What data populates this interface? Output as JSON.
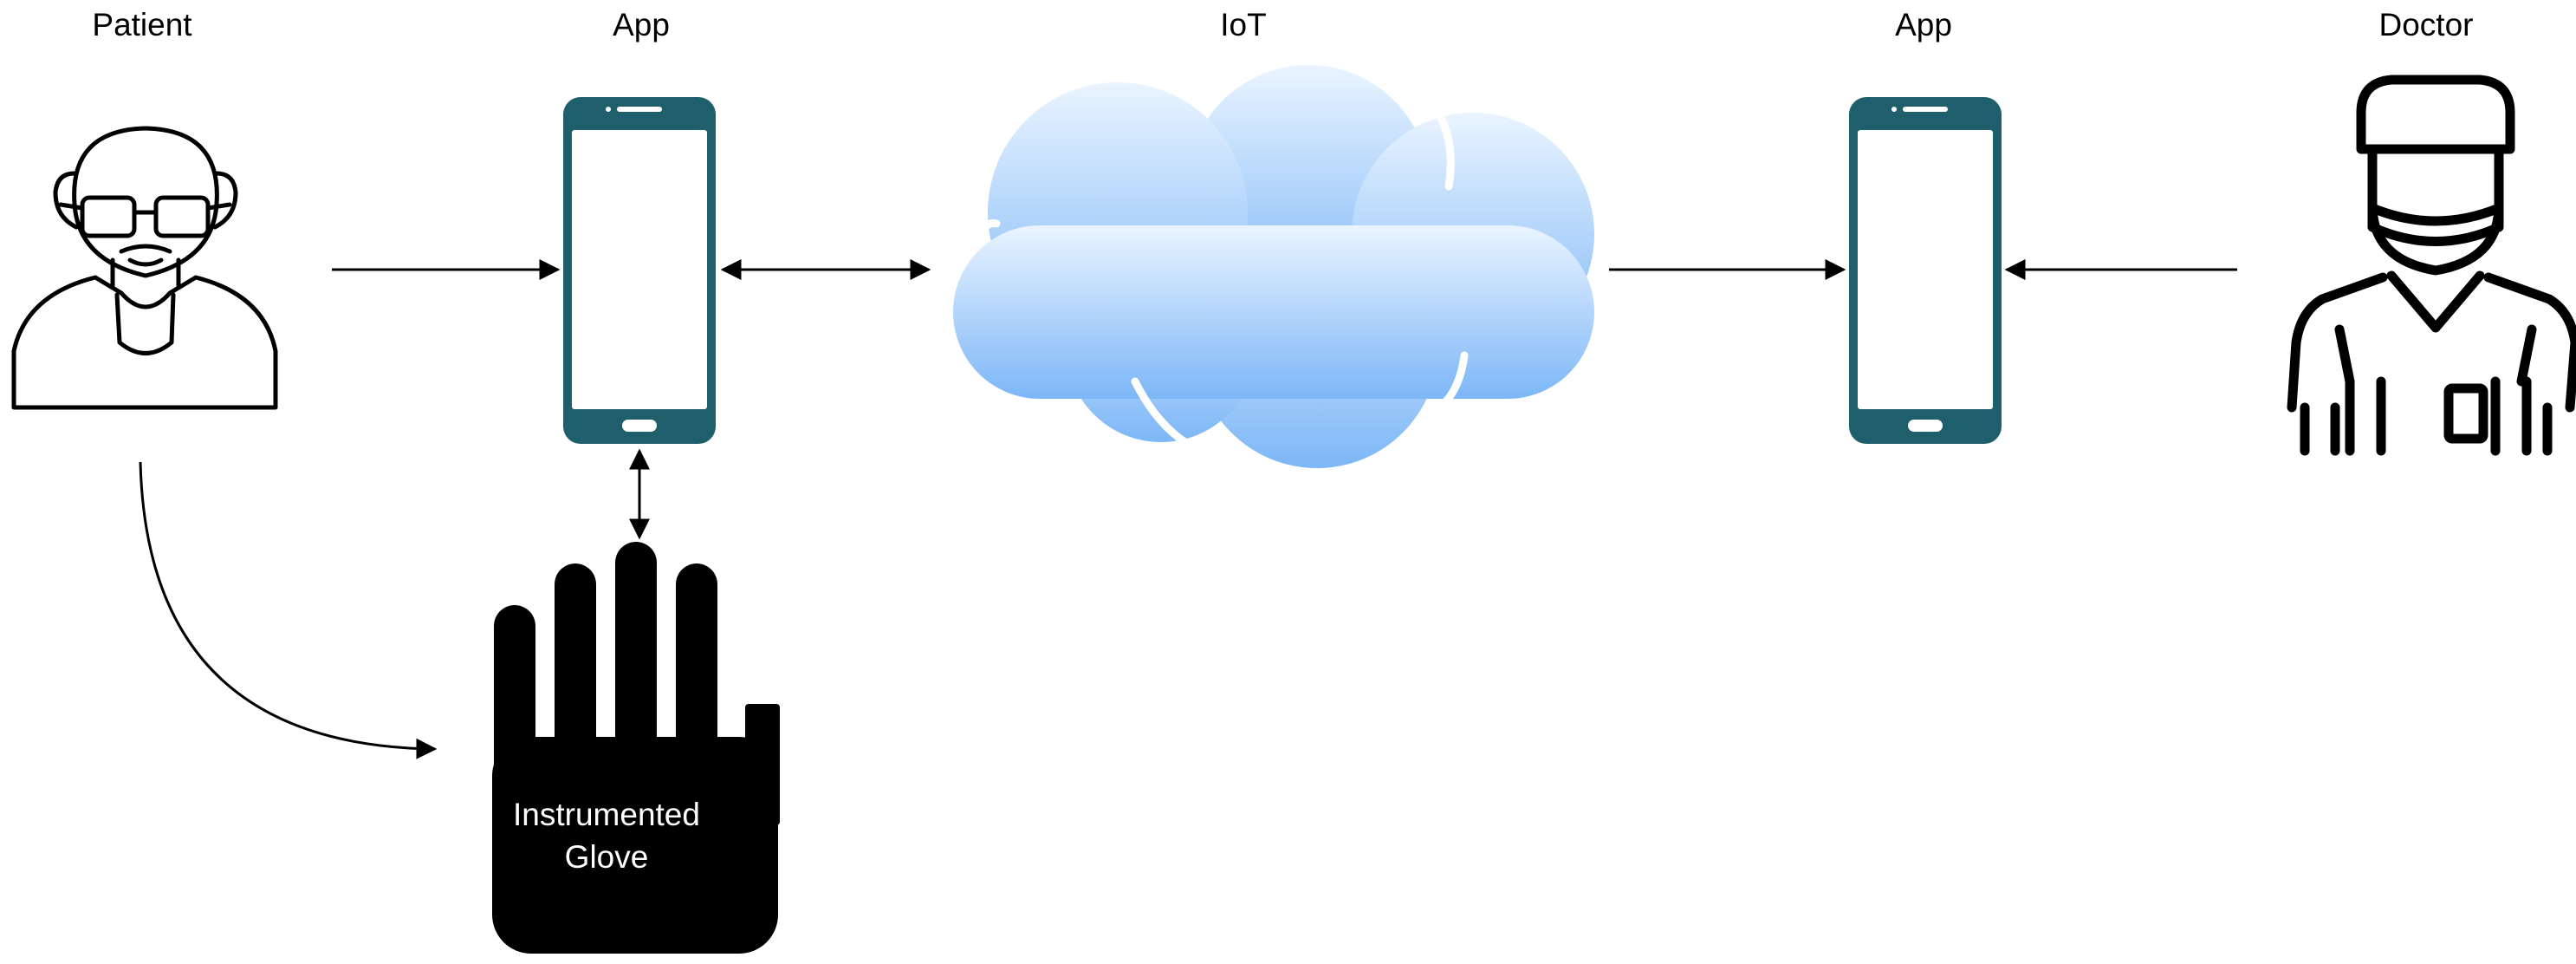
{
  "labels": {
    "patient": "Patient",
    "app_left": "App",
    "iot": "IoT",
    "app_right": "App",
    "doctor": "Doctor"
  },
  "glove": {
    "line1": "Instrumented",
    "line2": "Glove"
  },
  "icons": {
    "patient": "elderly-man-icon",
    "app_left": "smartphone-icon",
    "iot": "cloud-icon",
    "app_right": "smartphone-icon",
    "doctor": "doctor-icon",
    "glove": "hand-glove-icon"
  },
  "colors": {
    "phone_frame": "#1f5f6b",
    "cloud_top": "#eaf4ff",
    "cloud_bottom": "#7db7f7",
    "glove": "#000000",
    "line": "#000000"
  },
  "connections": [
    {
      "from": "Patient",
      "to": "App",
      "direction": "one-way"
    },
    {
      "from": "App",
      "to": "IoT",
      "direction": "two-way"
    },
    {
      "from": "IoT",
      "to": "App",
      "direction": "one-way"
    },
    {
      "from": "Doctor",
      "to": "App",
      "direction": "one-way"
    },
    {
      "from": "App",
      "to": "Instrumented Glove",
      "direction": "two-way"
    },
    {
      "from": "Patient",
      "to": "Instrumented Glove",
      "direction": "one-way"
    }
  ]
}
